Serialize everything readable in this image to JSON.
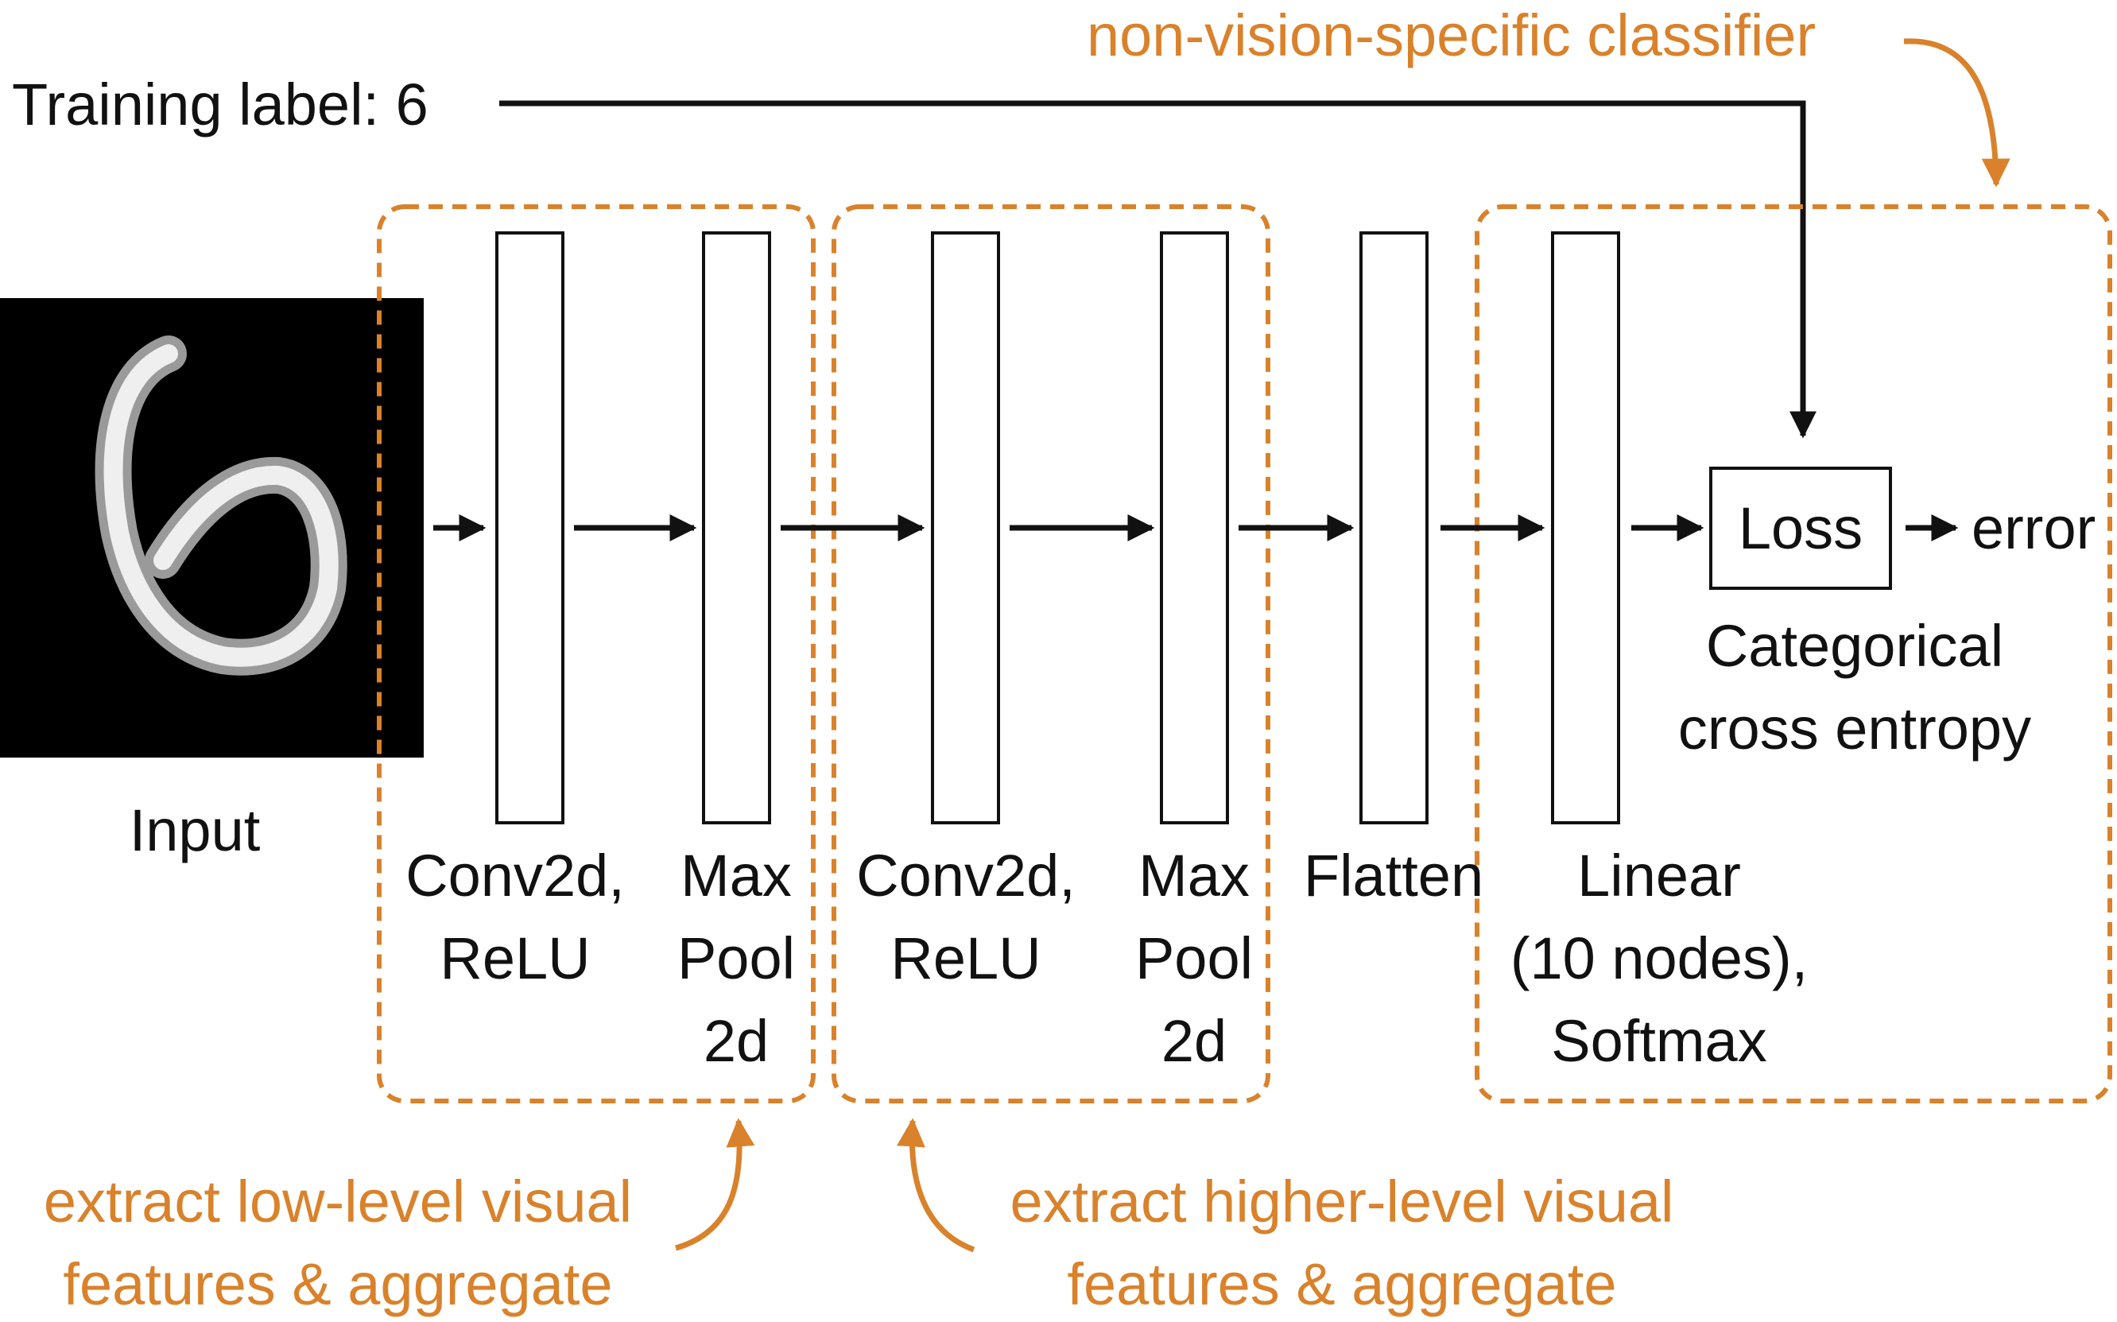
{
  "colors": {
    "accent": "#D9822B",
    "ink": "#111111",
    "input_bg": "#000000"
  },
  "training_label": "Training label: 6",
  "input_label": "Input",
  "input_digit": "6",
  "layers": {
    "conv1": [
      "Conv2d,",
      "ReLU"
    ],
    "pool1": [
      "Max",
      "Pool",
      "2d"
    ],
    "conv2": [
      "Conv2d,",
      "ReLU"
    ],
    "pool2": [
      "Max",
      "Pool",
      "2d"
    ],
    "flatten": [
      "Flatten"
    ],
    "linear": [
      "Linear",
      "(10 nodes),",
      "Softmax"
    ]
  },
  "loss": {
    "box_label": "Loss",
    "output": "error",
    "caption": [
      "Categorical",
      "cross entropy"
    ]
  },
  "annotations": {
    "classifier": "non-vision-specific classifier",
    "low_level": [
      "extract low-level visual",
      "features & aggregate"
    ],
    "high_level": [
      "extract higher-level visual",
      "features & aggregate"
    ]
  }
}
